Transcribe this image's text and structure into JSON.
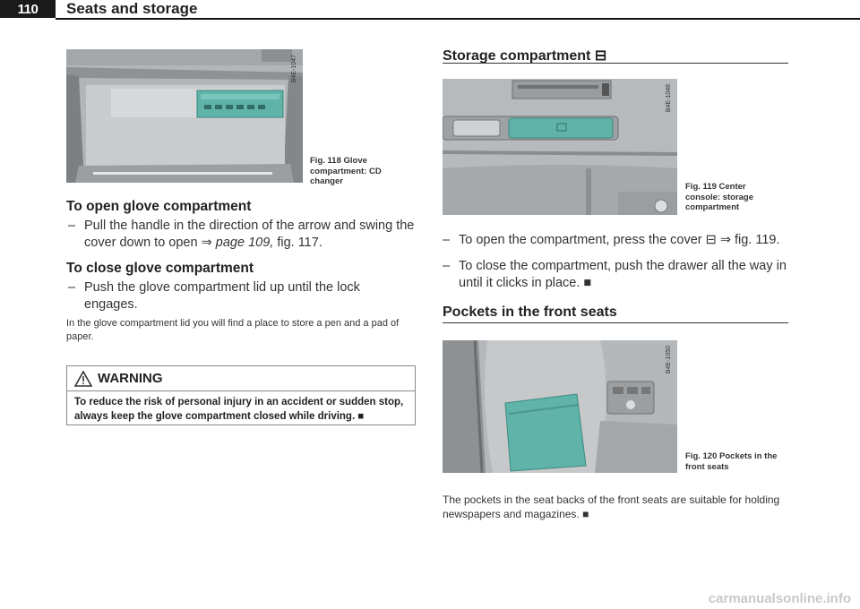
{
  "header": {
    "page_number": "110",
    "title": "Seats and storage"
  },
  "left": {
    "fig118": {
      "id": "B4E-1047",
      "caption_label": "Fig. 118",
      "caption_text": "Glove compartment: CD changer"
    },
    "open_heading": "To open glove compartment",
    "open_step": {
      "before": "Pull the handle in the direction of the arrow and swing the cover down to open ",
      "arrow": "⇒",
      "page_ref": "page 109,",
      "after": " fig. 117."
    },
    "close_heading": "To close glove compartment",
    "close_step": "Push the glove compartment lid up until the lock engages.",
    "note": "In the glove compartment lid you will find a place to store a pen and a pad of paper.",
    "warning": {
      "label": "WARNING",
      "text": "To reduce the risk of personal injury in an accident or sudden stop, always keep the glove compartment closed while driving. ■"
    }
  },
  "right": {
    "storage_title": "Storage compartment",
    "storage_icon": "⊟",
    "fig119": {
      "id": "B4E-1048",
      "caption_label": "Fig. 119",
      "caption_text": "Center console: storage compartment"
    },
    "storage_step1": "To open the compartment, press the cover ⊟ ⇒ fig. 119.",
    "storage_step2": "To close the compartment, push the drawer all the way in until it clicks in place. ■",
    "pockets_title": "Pockets in the front seats",
    "fig120": {
      "id": "B4E-1050",
      "caption_label": "Fig. 120",
      "caption_text": "Pockets in the front seats"
    },
    "pockets_text": "The pockets in the seat backs of the front seats are suitable for holding newspapers and magazines. ■"
  },
  "watermark": "carmanualsonline.info",
  "colors": {
    "accent": "#5fb3a8",
    "figure_gray": "#b9bcbf"
  }
}
